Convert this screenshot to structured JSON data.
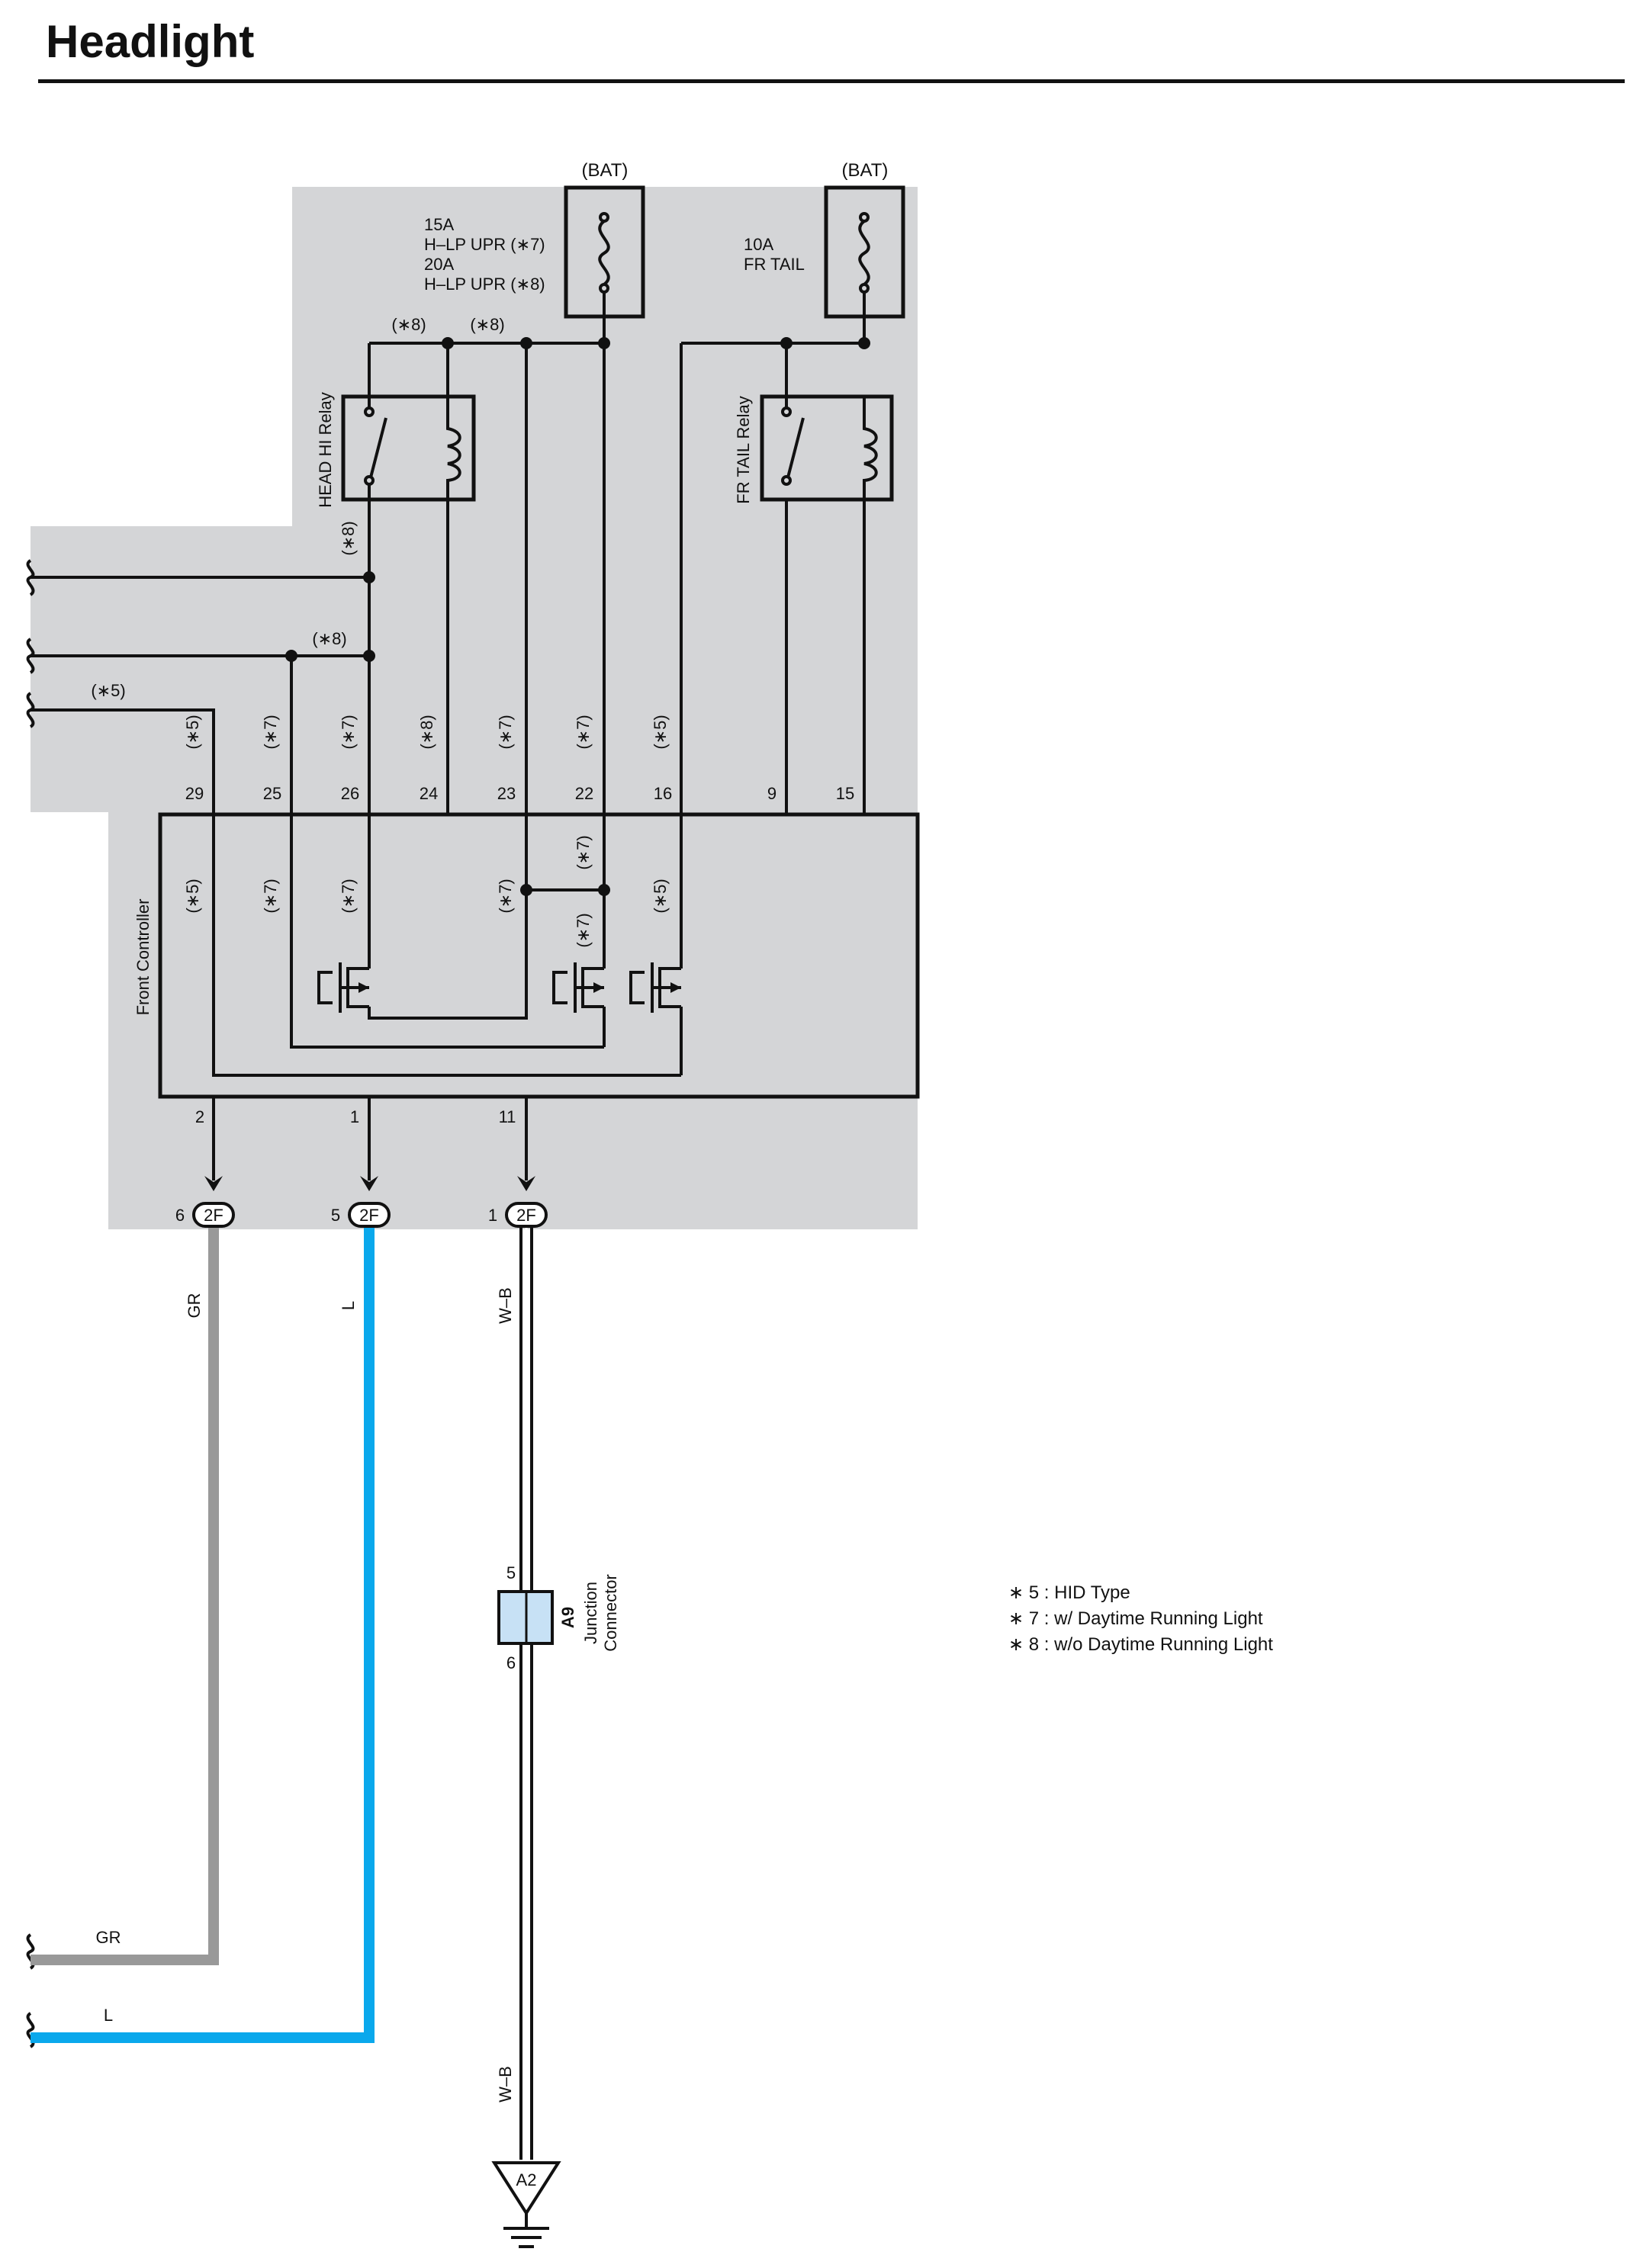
{
  "title": "Headlight",
  "power": {
    "bat_left": "(BAT)",
    "bat_right": "(BAT)",
    "fuse_hlp": [
      "15A",
      "H–LP UPR (∗7)",
      "20A",
      "H–LP UPR (∗8)"
    ],
    "fuse_fr_tail": [
      "10A",
      "FR TAIL"
    ]
  },
  "relays": {
    "head_hi": "HEAD HI Relay",
    "fr_tail": "FR TAIL Relay"
  },
  "variant_marks": {
    "top_left_junction": "(∗8)",
    "top_right_junction": "(∗8)",
    "relay_output": "(∗8)",
    "branch_pin25": "(∗8)",
    "branch_pin29": "(∗5)",
    "pin29": "(∗5)",
    "pin25": "(∗7)",
    "pin26": "(∗7)",
    "pin24": "(∗8)",
    "pin23": "(∗7)",
    "pin22": "(∗7)",
    "pin16": "(∗5)",
    "inside_29": "(∗5)",
    "inside_25": "(∗7)",
    "inside_26": "(∗7)",
    "inside_23": "(∗7)",
    "inside_22a": "(∗7)",
    "inside_22b": "(∗7)",
    "inside_16": "(∗5)"
  },
  "controller": {
    "name": "Front Controller",
    "top_pins": [
      "29",
      "25",
      "26",
      "24",
      "23",
      "22",
      "16",
      "9",
      "15"
    ],
    "bottom_pins": [
      "2",
      "1",
      "11"
    ]
  },
  "connectors": {
    "code": "2F",
    "pins": [
      "6",
      "5",
      "1"
    ]
  },
  "wires": {
    "gr": "GR",
    "l": "L",
    "wb_top": "W–B",
    "gr_bottom": "GR",
    "l_bottom": "L",
    "wb_bottom": "W–B",
    "colors": {
      "gr": "#999999",
      "l": "#0aa8ec",
      "wb": "#111111"
    }
  },
  "junction": {
    "code": "A9",
    "label_line1": "Junction",
    "label_line2": "Connector",
    "pin_top": "5",
    "pin_bottom": "6"
  },
  "ground": {
    "code": "A2"
  },
  "legend": [
    "∗ 5 : HID Type",
    "∗ 7 : w/ Daytime Running Light",
    "∗ 8 : w/o Daytime Running Light"
  ],
  "colors": {
    "shade": "#d4d5d7",
    "junction_fill": "#c7e1f5"
  }
}
